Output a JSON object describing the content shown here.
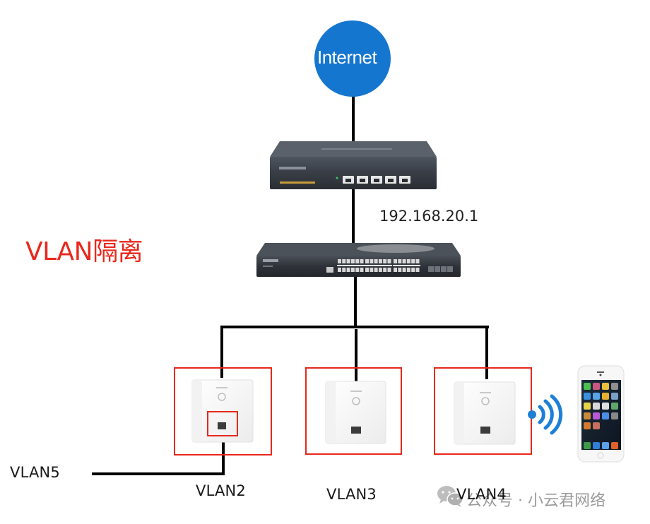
{
  "diagram": {
    "title": "VLAN隔离",
    "internet_label": "Internet",
    "gateway_ip": "192.168.20.1",
    "devices": {
      "router": "router",
      "switch": "switch",
      "access_points": [
        {
          "vlan": "VLAN2",
          "has_wired_port_highlight": true
        },
        {
          "vlan": "VLAN3",
          "has_wired_port_highlight": false
        },
        {
          "vlan": "VLAN4",
          "has_wired_port_highlight": false,
          "wireless": true
        }
      ],
      "wired_port_vlan": "VLAN5",
      "client": "smartphone"
    },
    "colors": {
      "internet": "#1576d0",
      "highlight": "#e8281c",
      "wifi": "#1e7fd6",
      "link": "#000000"
    }
  },
  "watermark": {
    "text": "公众号 · 小云君网络"
  }
}
